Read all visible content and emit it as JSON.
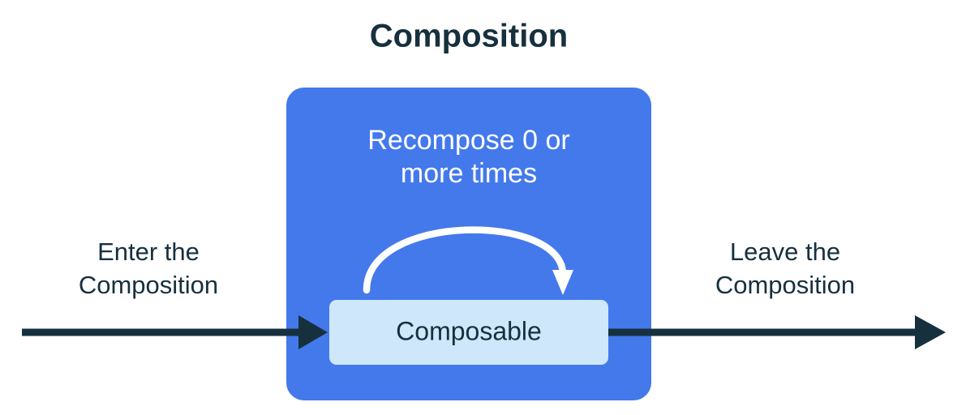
{
  "diagram": {
    "title": "Composition",
    "outer_box": {
      "label_line1": "Recompose 0 or",
      "label_line2": "more times",
      "fill_color": "#4479EC"
    },
    "inner_node": {
      "label": "Composable",
      "fill_color": "#CFE7FA",
      "text_color": "#17303E"
    },
    "left_label": {
      "line1": "Enter the",
      "line2": "Composition"
    },
    "right_label": {
      "line1": "Leave the",
      "line2": "Composition"
    },
    "colors": {
      "ink": "#17303E",
      "blue": "#4479EC",
      "light_blue": "#CFE7FA",
      "white": "#FFFFFF",
      "background": "#FFFFFF"
    },
    "icons": {
      "enter_arrow": "arrow-right-icon",
      "leave_arrow": "arrow-right-icon",
      "recompose_loop": "curved-loop-arrow-icon"
    }
  }
}
